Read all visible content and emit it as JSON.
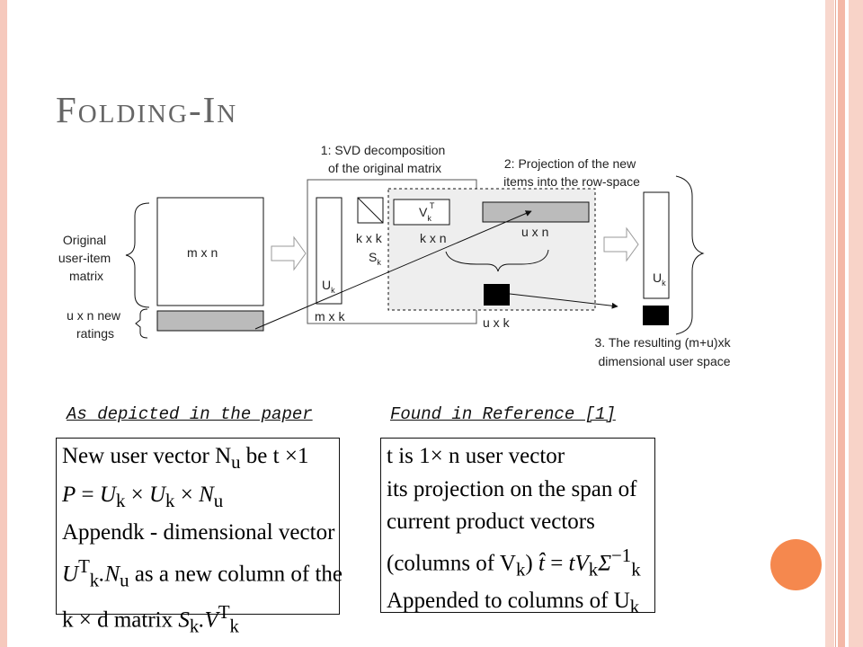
{
  "slide": {
    "title": "Folding-In"
  },
  "diagram": {
    "step1": [
      "1: SVD decomposition",
      "of the original matrix"
    ],
    "step2": [
      "2: Projection of the new",
      "items into the row-space"
    ],
    "step3": [
      "3. The resulting (m+u)xk",
      "dimensional user space"
    ],
    "original_label": [
      "Original",
      "user-item",
      "matrix"
    ],
    "ratings_label": [
      "u x n new",
      "ratings"
    ],
    "mn": "m x n",
    "uk": "U",
    "uk_sub": "k",
    "mk": "m x k",
    "kk": "k x k",
    "sk": "S",
    "sk_sub": "k",
    "vk": "V",
    "vk_sub": "k",
    "vk_sup": "T",
    "kn": "k x n",
    "un": "u x n",
    "uxk": "u x k",
    "uk2": "U",
    "uk2_sub": "k"
  },
  "left_caption": "As depicted in the paper",
  "right_caption": "Found in Reference [1]",
  "left_formula": {
    "l1a": "New user vector N",
    "l1sub": "u",
    "l1b": " be t ×1",
    "l2a": "P",
    "l2b": " = ",
    "l2c": "U",
    "l2csub": "k",
    "l2d": " × ",
    "l2e": "U",
    "l2esub": "k",
    "l2f": " × ",
    "l2g": "N",
    "l2gsub": "u",
    "l3": "Appendk - dimensional vector",
    "l4a": "U",
    "l4sup": "T",
    "l4sub": "k",
    "l4b": ".N",
    "l4bsub": "u",
    "l4c": " as a new column of the",
    "l5a": "k × d matrix ",
    "l5b": "S",
    "l5bsub": "k",
    "l5c": ".V",
    "l5csup": "T",
    "l5csub": "k"
  },
  "right_formula": {
    "l1": "t is 1× n user vector",
    "l2": "its projection on the span of",
    "l3": "current product vectors",
    "l4a": "(columns of V",
    "l4asub": "k",
    "l4b": ")  ",
    "l4c": "t̂",
    "l4d": " =  ",
    "l4e": "tV",
    "l4esub": "k",
    "l4f": "Σ",
    "l4fsup": "−1",
    "l4fsub": "k",
    "l5a": "Appended to columns of U",
    "l5asub": "k"
  }
}
